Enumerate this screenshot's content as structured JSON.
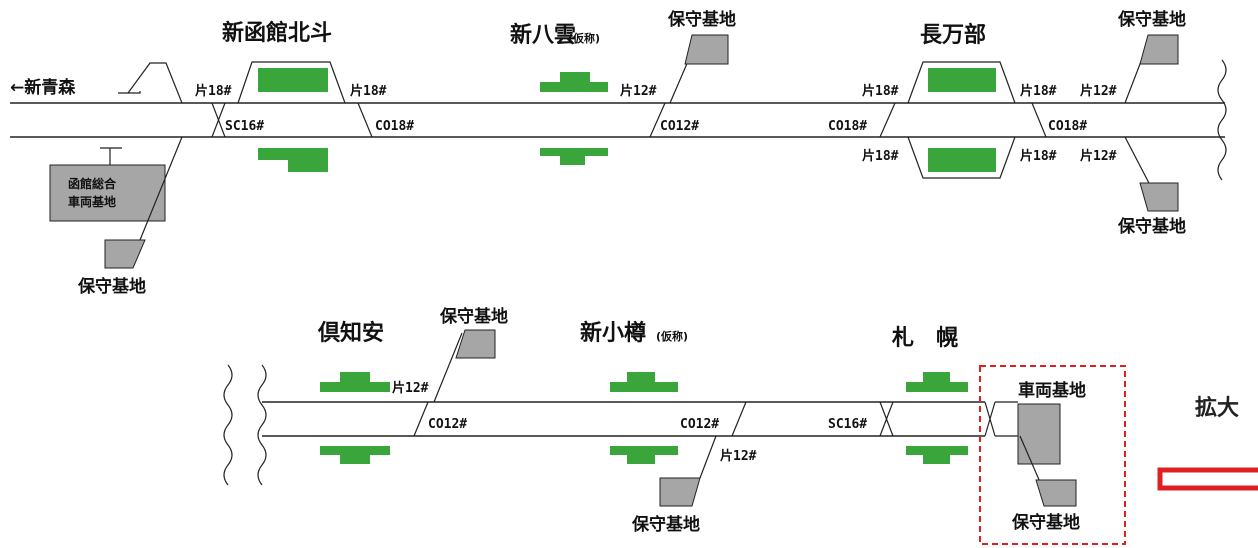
{
  "stations": {
    "shin_hakodate_hokuto": "新函館北斗",
    "shin_yakumo": "新八雲",
    "shin_yakumo_note": "(仮称)",
    "oshamambe": "長万部",
    "kutchan": "倶知安",
    "shin_otaru": "新小樽",
    "shin_otaru_note": "(仮称)",
    "sapporo": "札　幌"
  },
  "direction": {
    "shin_aomori": "←新青森"
  },
  "facilities": {
    "maintenance_base": "保守基地",
    "hakodate_depot_line1": "函館総合",
    "hakodate_depot_line2": "車両基地",
    "vehicle_base": "車両基地"
  },
  "turnouts": {
    "kata18": "片18#",
    "kata12": "片12#",
    "sc16": "SC16#",
    "co18": "CO18#",
    "co12": "CO12#"
  },
  "callout": {
    "zoom_label": "拡大"
  },
  "colors": {
    "platform": "#3aa53a",
    "facility": "#a6a6a6",
    "highlight": "#e02020",
    "track": "#222222"
  }
}
